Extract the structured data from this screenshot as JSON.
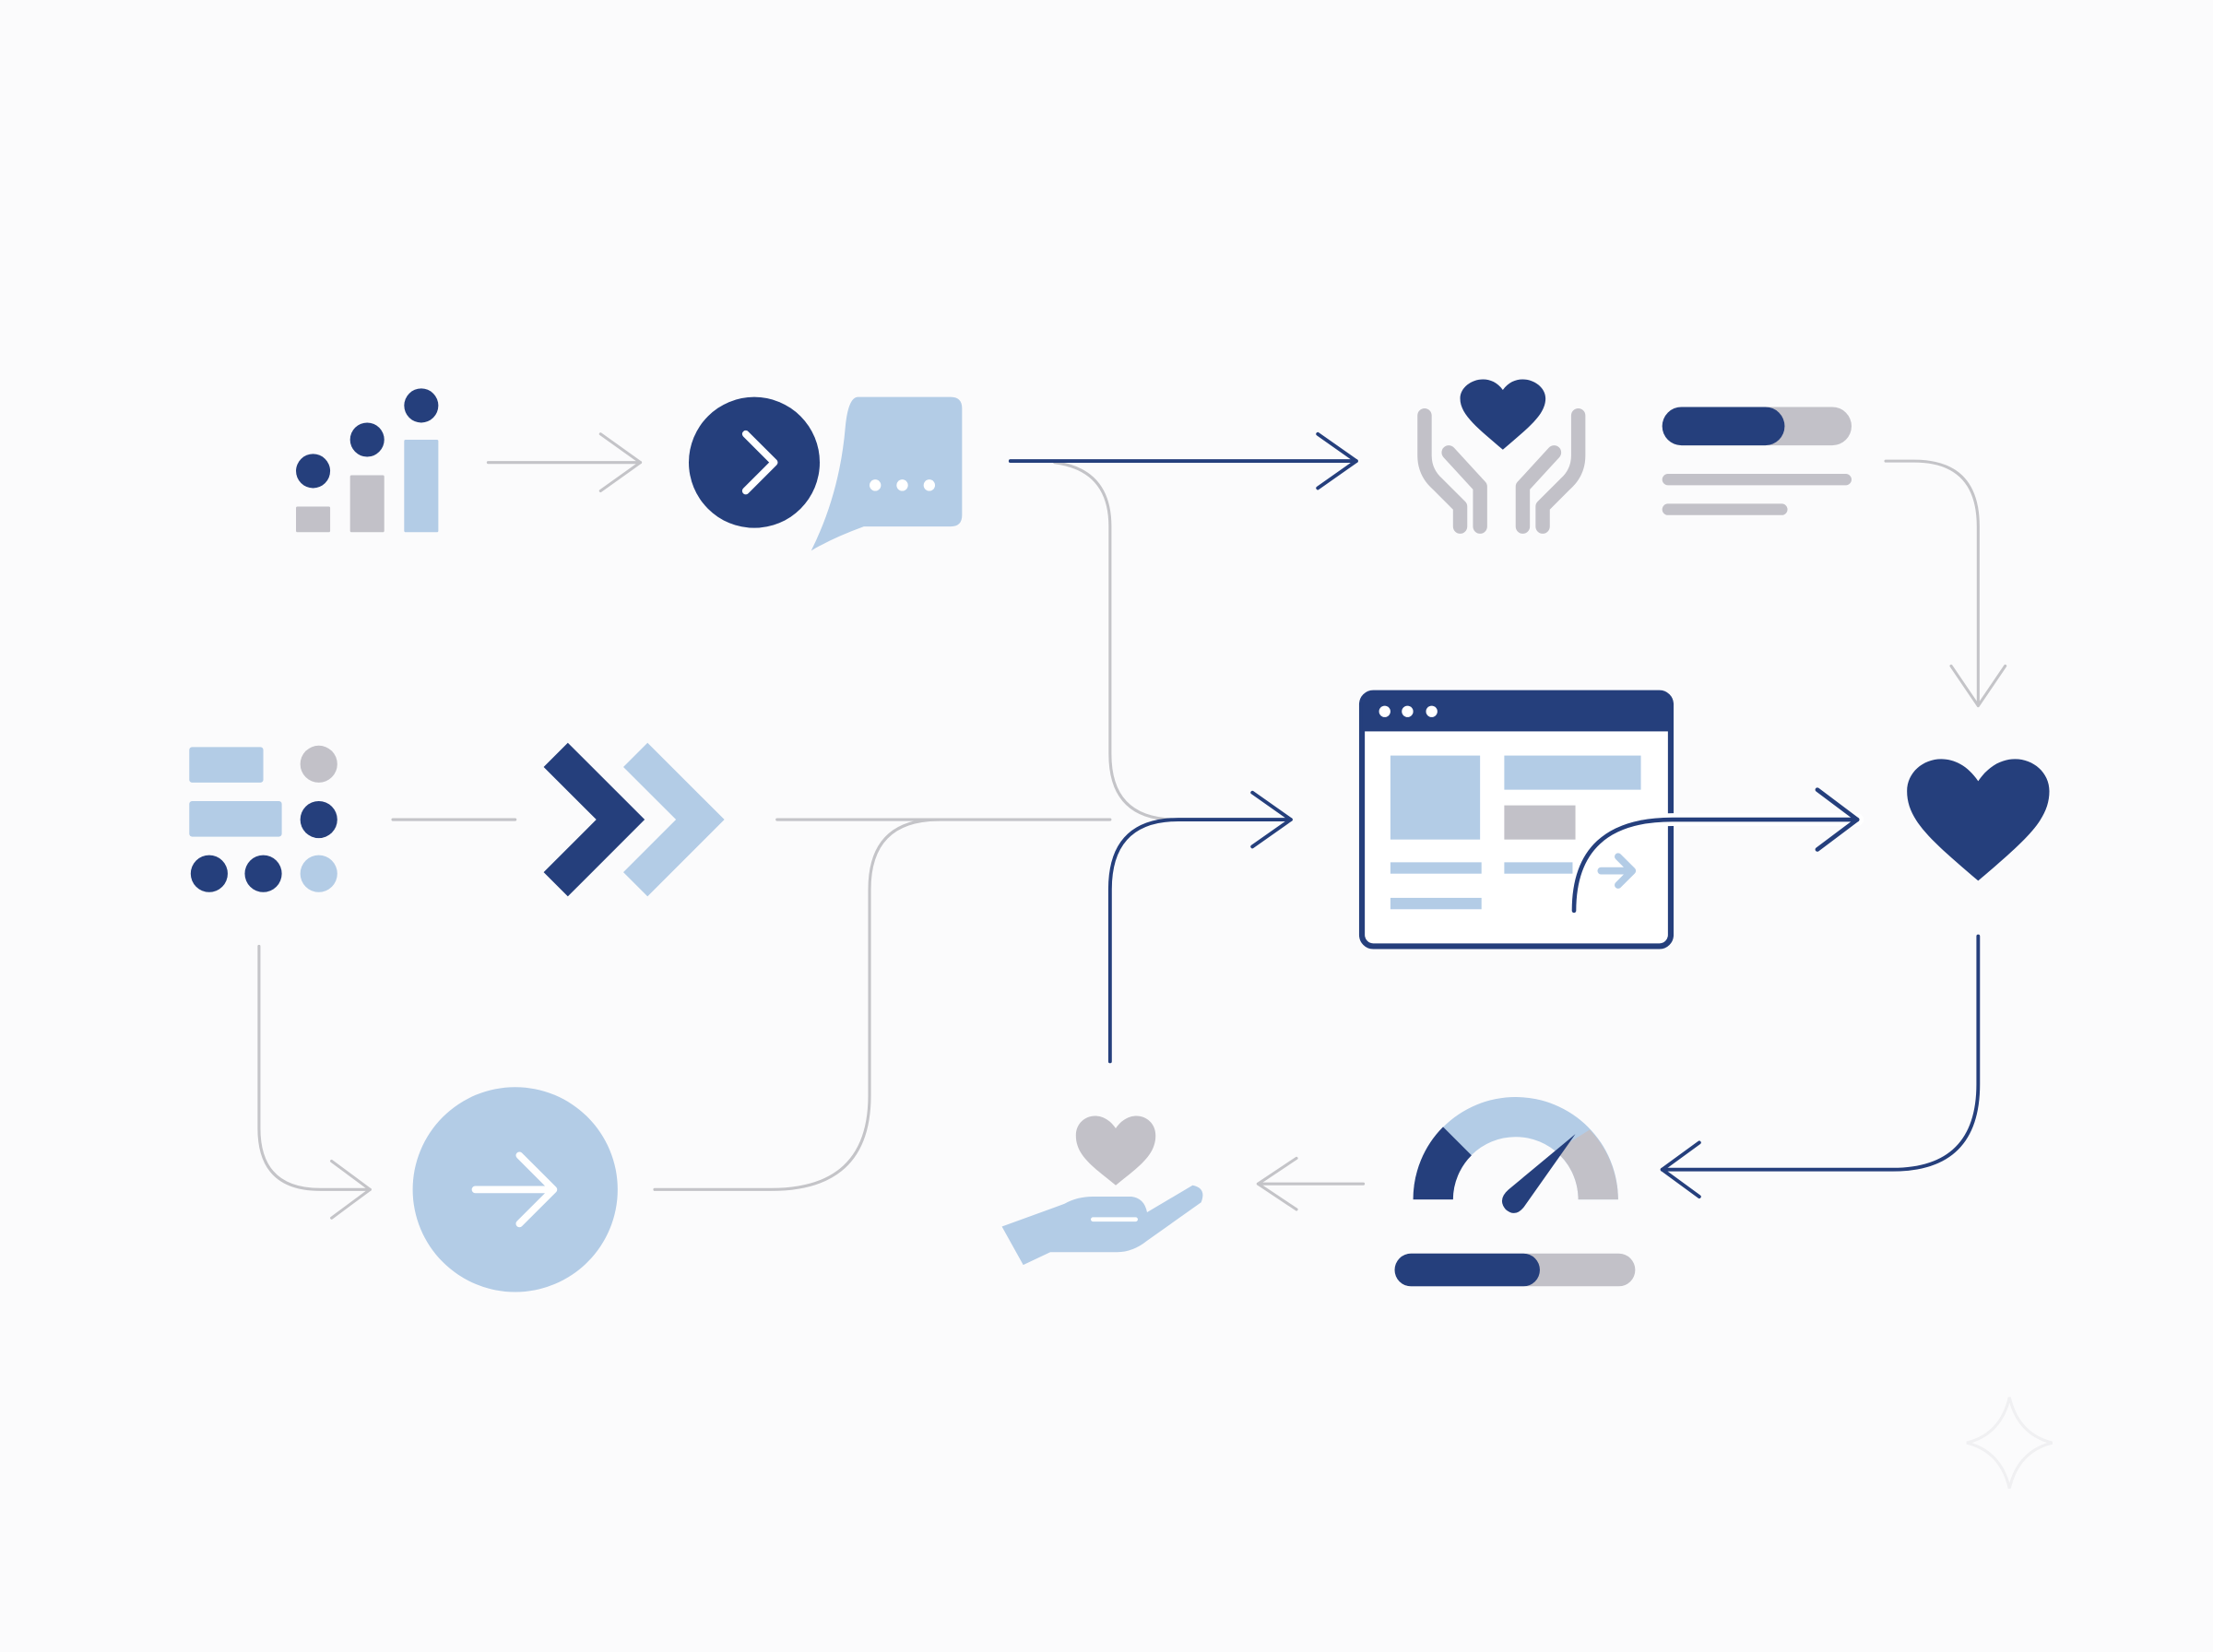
{
  "diagram": {
    "type": "icon-flow-diagram",
    "colors": {
      "background": "#FBFBFC",
      "navy": "#253F7C",
      "light_blue": "#B3CCE6",
      "gray": "#C2C1C8",
      "connector_gray": "#C4C4C8",
      "white": "#FFFFFF"
    },
    "nodes": [
      {
        "id": "growth-stats",
        "icon": "bar-chart-dots-icon"
      },
      {
        "id": "start-conversation",
        "icon": "play-chat-bubble-icon"
      },
      {
        "id": "care-hands",
        "icon": "hands-holding-heart-icon"
      },
      {
        "id": "progress-summary",
        "icon": "progress-bar-text-lines-icon",
        "progress": 0.6
      },
      {
        "id": "options-list",
        "icon": "list-with-dots-icon"
      },
      {
        "id": "fast-forward",
        "icon": "double-chevron-icon"
      },
      {
        "id": "browser-window",
        "icon": "browser-window-icon"
      },
      {
        "id": "favorite",
        "icon": "heart-icon"
      },
      {
        "id": "next-step",
        "icon": "arrow-circle-icon"
      },
      {
        "id": "give-love",
        "icon": "hand-offering-heart-icon"
      },
      {
        "id": "performance-gauge",
        "icon": "speedometer-gauge-icon",
        "progress": 0.62
      }
    ],
    "connections": [
      {
        "from": "growth-stats",
        "to": "start-conversation",
        "style": "thin-gray"
      },
      {
        "from": "start-conversation",
        "to": "care-hands",
        "style": "navy"
      },
      {
        "from": "start-conversation",
        "to": "browser-window",
        "style": "thin-gray"
      },
      {
        "from": "progress-summary",
        "to": "favorite",
        "style": "thin-gray"
      },
      {
        "from": "options-list",
        "to": "fast-forward",
        "style": "thin-gray"
      },
      {
        "from": "options-list",
        "to": "next-step",
        "style": "thin-gray"
      },
      {
        "from": "fast-forward",
        "to": "browser-window",
        "style": "thin-gray"
      },
      {
        "from": "next-step",
        "to": "browser-window",
        "style": "thin-gray"
      },
      {
        "from": "give-love",
        "to": "browser-window",
        "style": "navy"
      },
      {
        "from": "browser-window",
        "to": "favorite",
        "style": "navy"
      },
      {
        "from": "favorite",
        "to": "performance-gauge",
        "style": "navy"
      },
      {
        "from": "performance-gauge",
        "to": "give-love",
        "style": "thin-gray"
      }
    ]
  }
}
